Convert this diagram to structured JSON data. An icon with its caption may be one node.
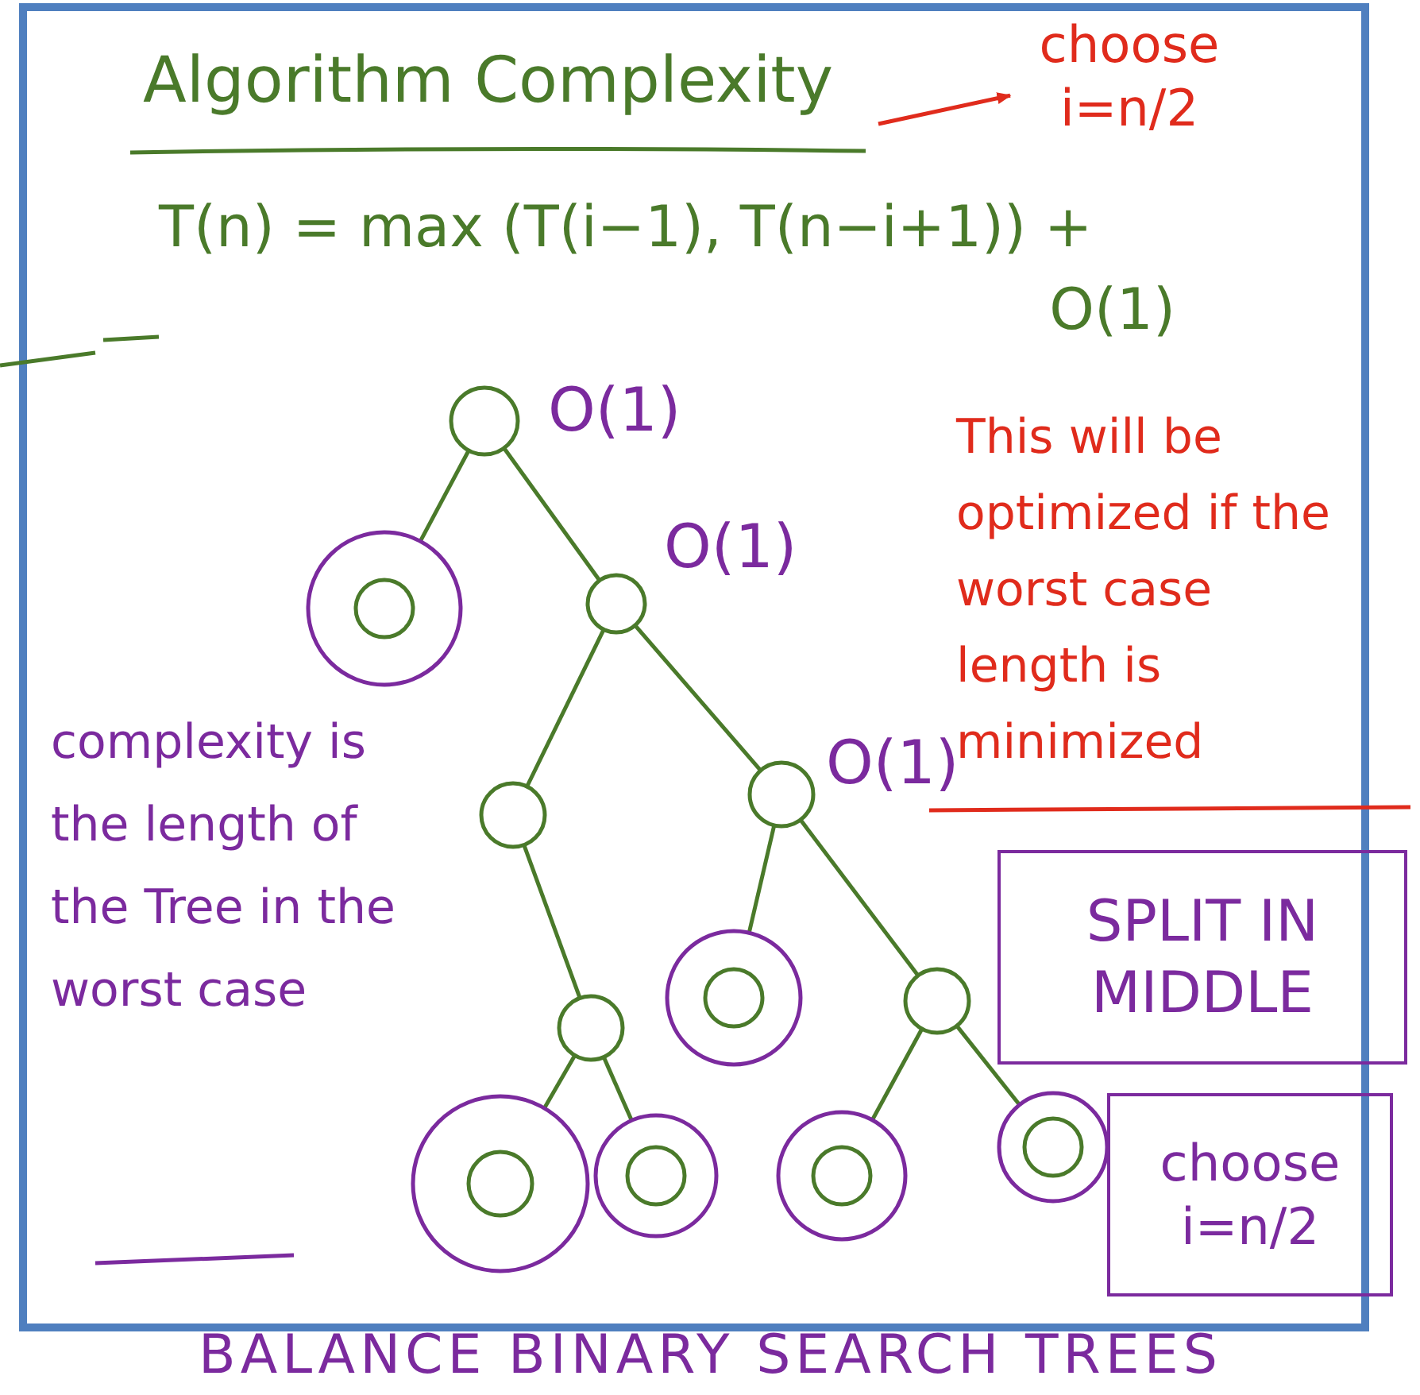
{
  "diagram": {
    "title": "Algorithm Complexity",
    "caption": "BALANCE BINARY SEARCH TREES",
    "nodes": [
      {
        "text": [
          "choose i=n/2"
        ]
      },
      {
        "text": [],
        "shape": "circle",
        "beside": [
          "O(1)"
        ]
      },
      {
        "text": [],
        "shape": "circle"
      },
      {
        "text": [],
        "shape": "circle",
        "beside": [
          "O(1)"
        ]
      },
      {
        "text": [],
        "shape": "circle"
      },
      {
        "text": [],
        "shape": "circle",
        "beside": [
          "O(1)"
        ]
      },
      {
        "text": [],
        "shape": "circle"
      },
      {
        "text": [],
        "shape": "circle"
      },
      {
        "text": [],
        "shape": "circle"
      },
      {
        "text": [],
        "shape": "circle"
      },
      {
        "text": [],
        "shape": "circle"
      },
      {
        "text": [],
        "shape": "circle"
      },
      {
        "text": [],
        "shape": "circle"
      },
      {
        "text": [
          "SPLIT IN MIDDLE"
        ]
      },
      {
        "text": [
          "choose i=n/2"
        ]
      }
    ],
    "edges": [
      {
        "from": null,
        "to": 0,
        "arrow": "to",
        "color": "#e02b1c"
      },
      {
        "from": 1,
        "to": 2,
        "arrow": "none"
      },
      {
        "from": 1,
        "to": 3,
        "arrow": "none"
      },
      {
        "from": 3,
        "to": 4,
        "arrow": "none"
      },
      {
        "from": 3,
        "to": 5,
        "arrow": "none"
      },
      {
        "from": 4,
        "to": 6,
        "arrow": "none"
      },
      {
        "from": 5,
        "to": 7,
        "arrow": "none"
      },
      {
        "from": 5,
        "to": 8,
        "arrow": "none"
      },
      {
        "from": 6,
        "to": 9,
        "arrow": "none"
      },
      {
        "from": 6,
        "to": 10,
        "arrow": "none"
      },
      {
        "from": 8,
        "to": 11,
        "arrow": "none"
      },
      {
        "from": 8,
        "to": 12,
        "arrow": "none"
      }
    ],
    "labels": [
      "T(n) = max (T(i−1), T(n−i+1)) + O(1)",
      "This will be optimized if the worst case length is minimized",
      "complexity is the length of the Tree in the worst case"
    ]
  }
}
